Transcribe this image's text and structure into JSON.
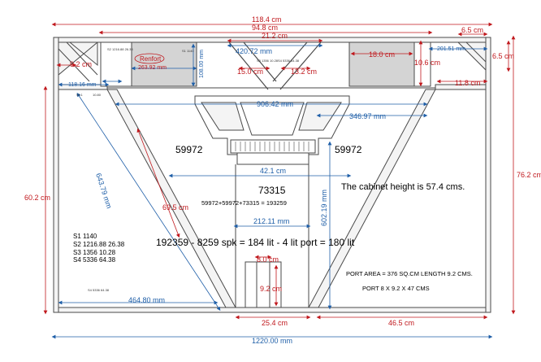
{
  "colors": {
    "outline": "#4a4a4a",
    "dim_red": "#c0181d",
    "dim_blue": "#1f5fa8",
    "panel_fill": "#d4d4d4",
    "board_fill": "#f4f4f4",
    "text": "#000000"
  },
  "dimensions": {
    "overall_width": "118.4 cm",
    "inner_top_width": "94.8 cm",
    "port_top_width": "21.2 cm",
    "port_top_mm": "420.72 mm",
    "left_panel_height": "108.00 mm",
    "right_panel_width": "201.51 mm",
    "right_panel_height": "10.6 cm",
    "right_panel_length": "18.0 cm",
    "corner_width": "6.5 cm",
    "corner_height": "6.5 cm",
    "ledge": "11.8 cm",
    "brace_left": "15.0 cm",
    "brace_right": "13.2 cm",
    "left_corner": "9.2 cm",
    "left_top_offset": "118.16 mm",
    "driver_width_mm": "906.42 mm",
    "driver_side_mm": "346.97 mm",
    "driver_base": "42.1 cm",
    "throat_width_mm": "212.11 mm",
    "wall_height_left": "60.2 cm",
    "wall_height_right": "76.2 cm",
    "diagonal_mm": "643.79 mm",
    "diagonal_cm": "69.5 cm",
    "center_height_mm": "602.19 mm",
    "port_width": "8.0 cm",
    "port_height": "9.2 cm",
    "bottom_left_mm": "464.80 mm",
    "bottom_slot": "25.4 cm",
    "bottom_right": "46.5 cm",
    "overall_bottom": "1220.00 mm"
  },
  "labels": {
    "reinforcement": "Renfort",
    "reinforcement_dim": "263.92 mm",
    "tiny_top_left": "S2 1216.88   26.38",
    "tiny_top_left_2": "S1 1140",
    "tiny_center": "S3 1356  10.28",
    "tiny_center_2": "S4 5336 64.38",
    "tiny_small_1": "93.1",
    "tiny_small_2": "10.80",
    "tiny_bottom": "S4   5336   64.38"
  },
  "notes": {
    "volume_left": "59972",
    "volume_right": "59972",
    "volume_center": "73315",
    "volume_sum": "59972+59972+73315 = 193259",
    "height_note": "The cabinet height is 57.4 cms.",
    "calc": "192359 - 8259 spk = 184 lit - 4 lit port = 180 lit",
    "port_area": "PORT AREA = 376 SQ.CM  LENGTH 9.2 CMS.",
    "port_size": "PORT 8 X 9.2 X 47 CMS"
  },
  "sections": {
    "s1": "S1  1140",
    "s2": "S2  1216.88     26.38",
    "s3": "S3      1356      10.28",
    "s4": "S4      5336      64.38"
  }
}
